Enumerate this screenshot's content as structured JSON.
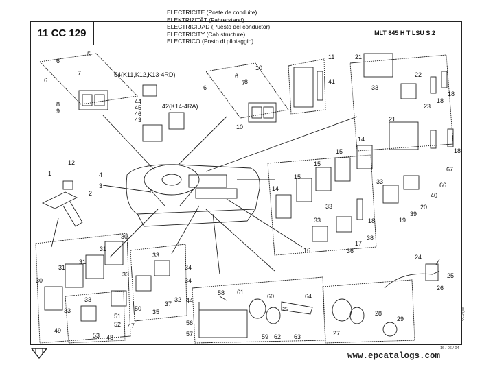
{
  "header": {
    "code": "11 CC 129",
    "model": "MLT 845 H T LSU S.2",
    "titles": [
      "ELECTRICITE (Poste de conduite)",
      "ELEKTRIZITÄT (Fahrerstand)",
      "ELECTRICIDAD (Puesto del conductor)",
      "ELECTRICITY (Cab structure)",
      "ELECTRICO (Posto di pilotaggio)"
    ]
  },
  "callouts": {
    "c5": "5",
    "c6a": "6",
    "c7a": "7",
    "c6b": "6",
    "c8a": "8",
    "c9": "9",
    "c54": "54(K11,K12,K13-4RD)",
    "c44": "44",
    "c45": "45",
    "c46": "46",
    "c43": "43",
    "c42": "42(K14-4RA)",
    "c10a": "10",
    "c6c": "6",
    "c7b": "7",
    "c6d": "6",
    "c8b": "8",
    "c10b": "10",
    "c11": "11",
    "c41": "41",
    "c21a": "21",
    "c22": "22",
    "c33a": "33",
    "c23": "23",
    "c18a": "18",
    "c18b": "18",
    "c21b": "21",
    "c18c": "18",
    "c67": "67",
    "c66": "66",
    "c14a": "14",
    "c15a": "15",
    "c15b": "15",
    "c15c": "15",
    "c14b": "14",
    "c33b": "33",
    "c40": "40",
    "c20": "20",
    "c39": "39",
    "c19": "19",
    "c18d": "18",
    "c33c": "33",
    "c33d": "33",
    "c16": "16",
    "c36": "36",
    "c17": "17",
    "c38": "38",
    "c12": "12",
    "c4": "4",
    "c3": "3",
    "c1": "1",
    "c2": "2",
    "c30a": "30",
    "c31a": "31",
    "c31b": "31",
    "c31c": "31",
    "c30b": "30",
    "c33e": "33",
    "c33f": "33",
    "c34a": "34",
    "c34b": "34",
    "c37": "37",
    "c32": "32",
    "c33g": "33",
    "c33h": "33",
    "c50": "50",
    "c51": "51",
    "c52": "52",
    "c47": "47",
    "c35": "35",
    "c49": "49",
    "c53": "53",
    "c48": "48",
    "c58": "58",
    "c61": "61",
    "c60": "60",
    "c64": "64",
    "c65": "65",
    "c44b": "44",
    "c56": "56",
    "c57": "57",
    "c59": "59",
    "c62": "62",
    "c63": "63",
    "c24": "24",
    "c25": "25",
    "c26": "26",
    "c27": "27",
    "c28": "28",
    "c29": "29"
  },
  "footer": {
    "date": "16 / 06 / 04",
    "vertical_code": "P.A.O (file",
    "website": "www.epcatalogs.com",
    "nav_icon": "down-arrow-icon"
  }
}
